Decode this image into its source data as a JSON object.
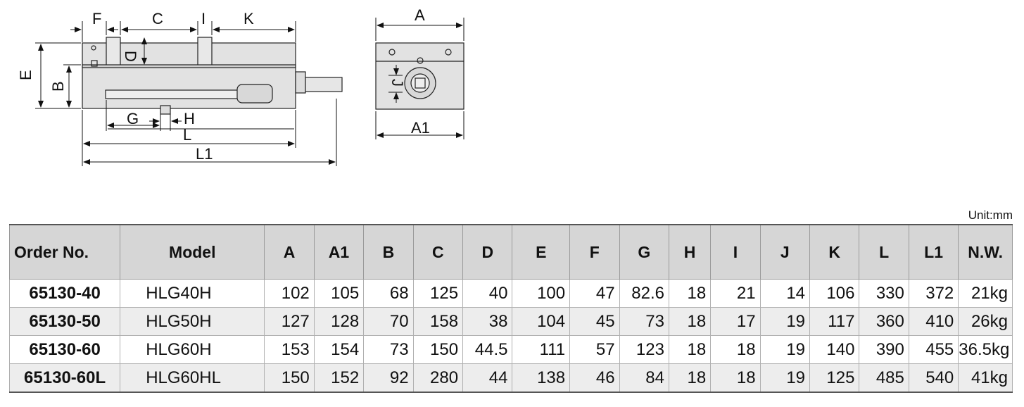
{
  "drawing_labels": {
    "F": "F",
    "C": "C",
    "I": "I",
    "K": "K",
    "D": "D",
    "E": "E",
    "B": "B",
    "G": "G",
    "H": "H",
    "L": "L",
    "L1": "L1",
    "A": "A",
    "A1": "A1",
    "J": "J"
  },
  "unit": "Unit:mm",
  "table": {
    "headers": [
      "Order No.",
      "Model",
      "A",
      "A1",
      "B",
      "C",
      "D",
      "E",
      "F",
      "G",
      "H",
      "I",
      "J",
      "K",
      "L",
      "L1",
      "N.W."
    ],
    "rows": [
      [
        "65130-40",
        "HLG40H",
        "102",
        "105",
        "68",
        "125",
        "40",
        "100",
        "47",
        "82.6",
        "18",
        "21",
        "14",
        "106",
        "330",
        "372",
        "21kg"
      ],
      [
        "65130-50",
        "HLG50H",
        "127",
        "128",
        "70",
        "158",
        "38",
        "104",
        "45",
        "73",
        "18",
        "17",
        "19",
        "117",
        "360",
        "410",
        "26kg"
      ],
      [
        "65130-60",
        "HLG60H",
        "153",
        "154",
        "73",
        "150",
        "44.5",
        "111",
        "57",
        "123",
        "18",
        "18",
        "19",
        "140",
        "390",
        "455",
        "36.5kg"
      ],
      [
        "65130-60L",
        "HLG60HL",
        "150",
        "152",
        "92",
        "280",
        "44",
        "138",
        "46",
        "84",
        "18",
        "18",
        "19",
        "125",
        "485",
        "540",
        "41kg"
      ]
    ]
  }
}
